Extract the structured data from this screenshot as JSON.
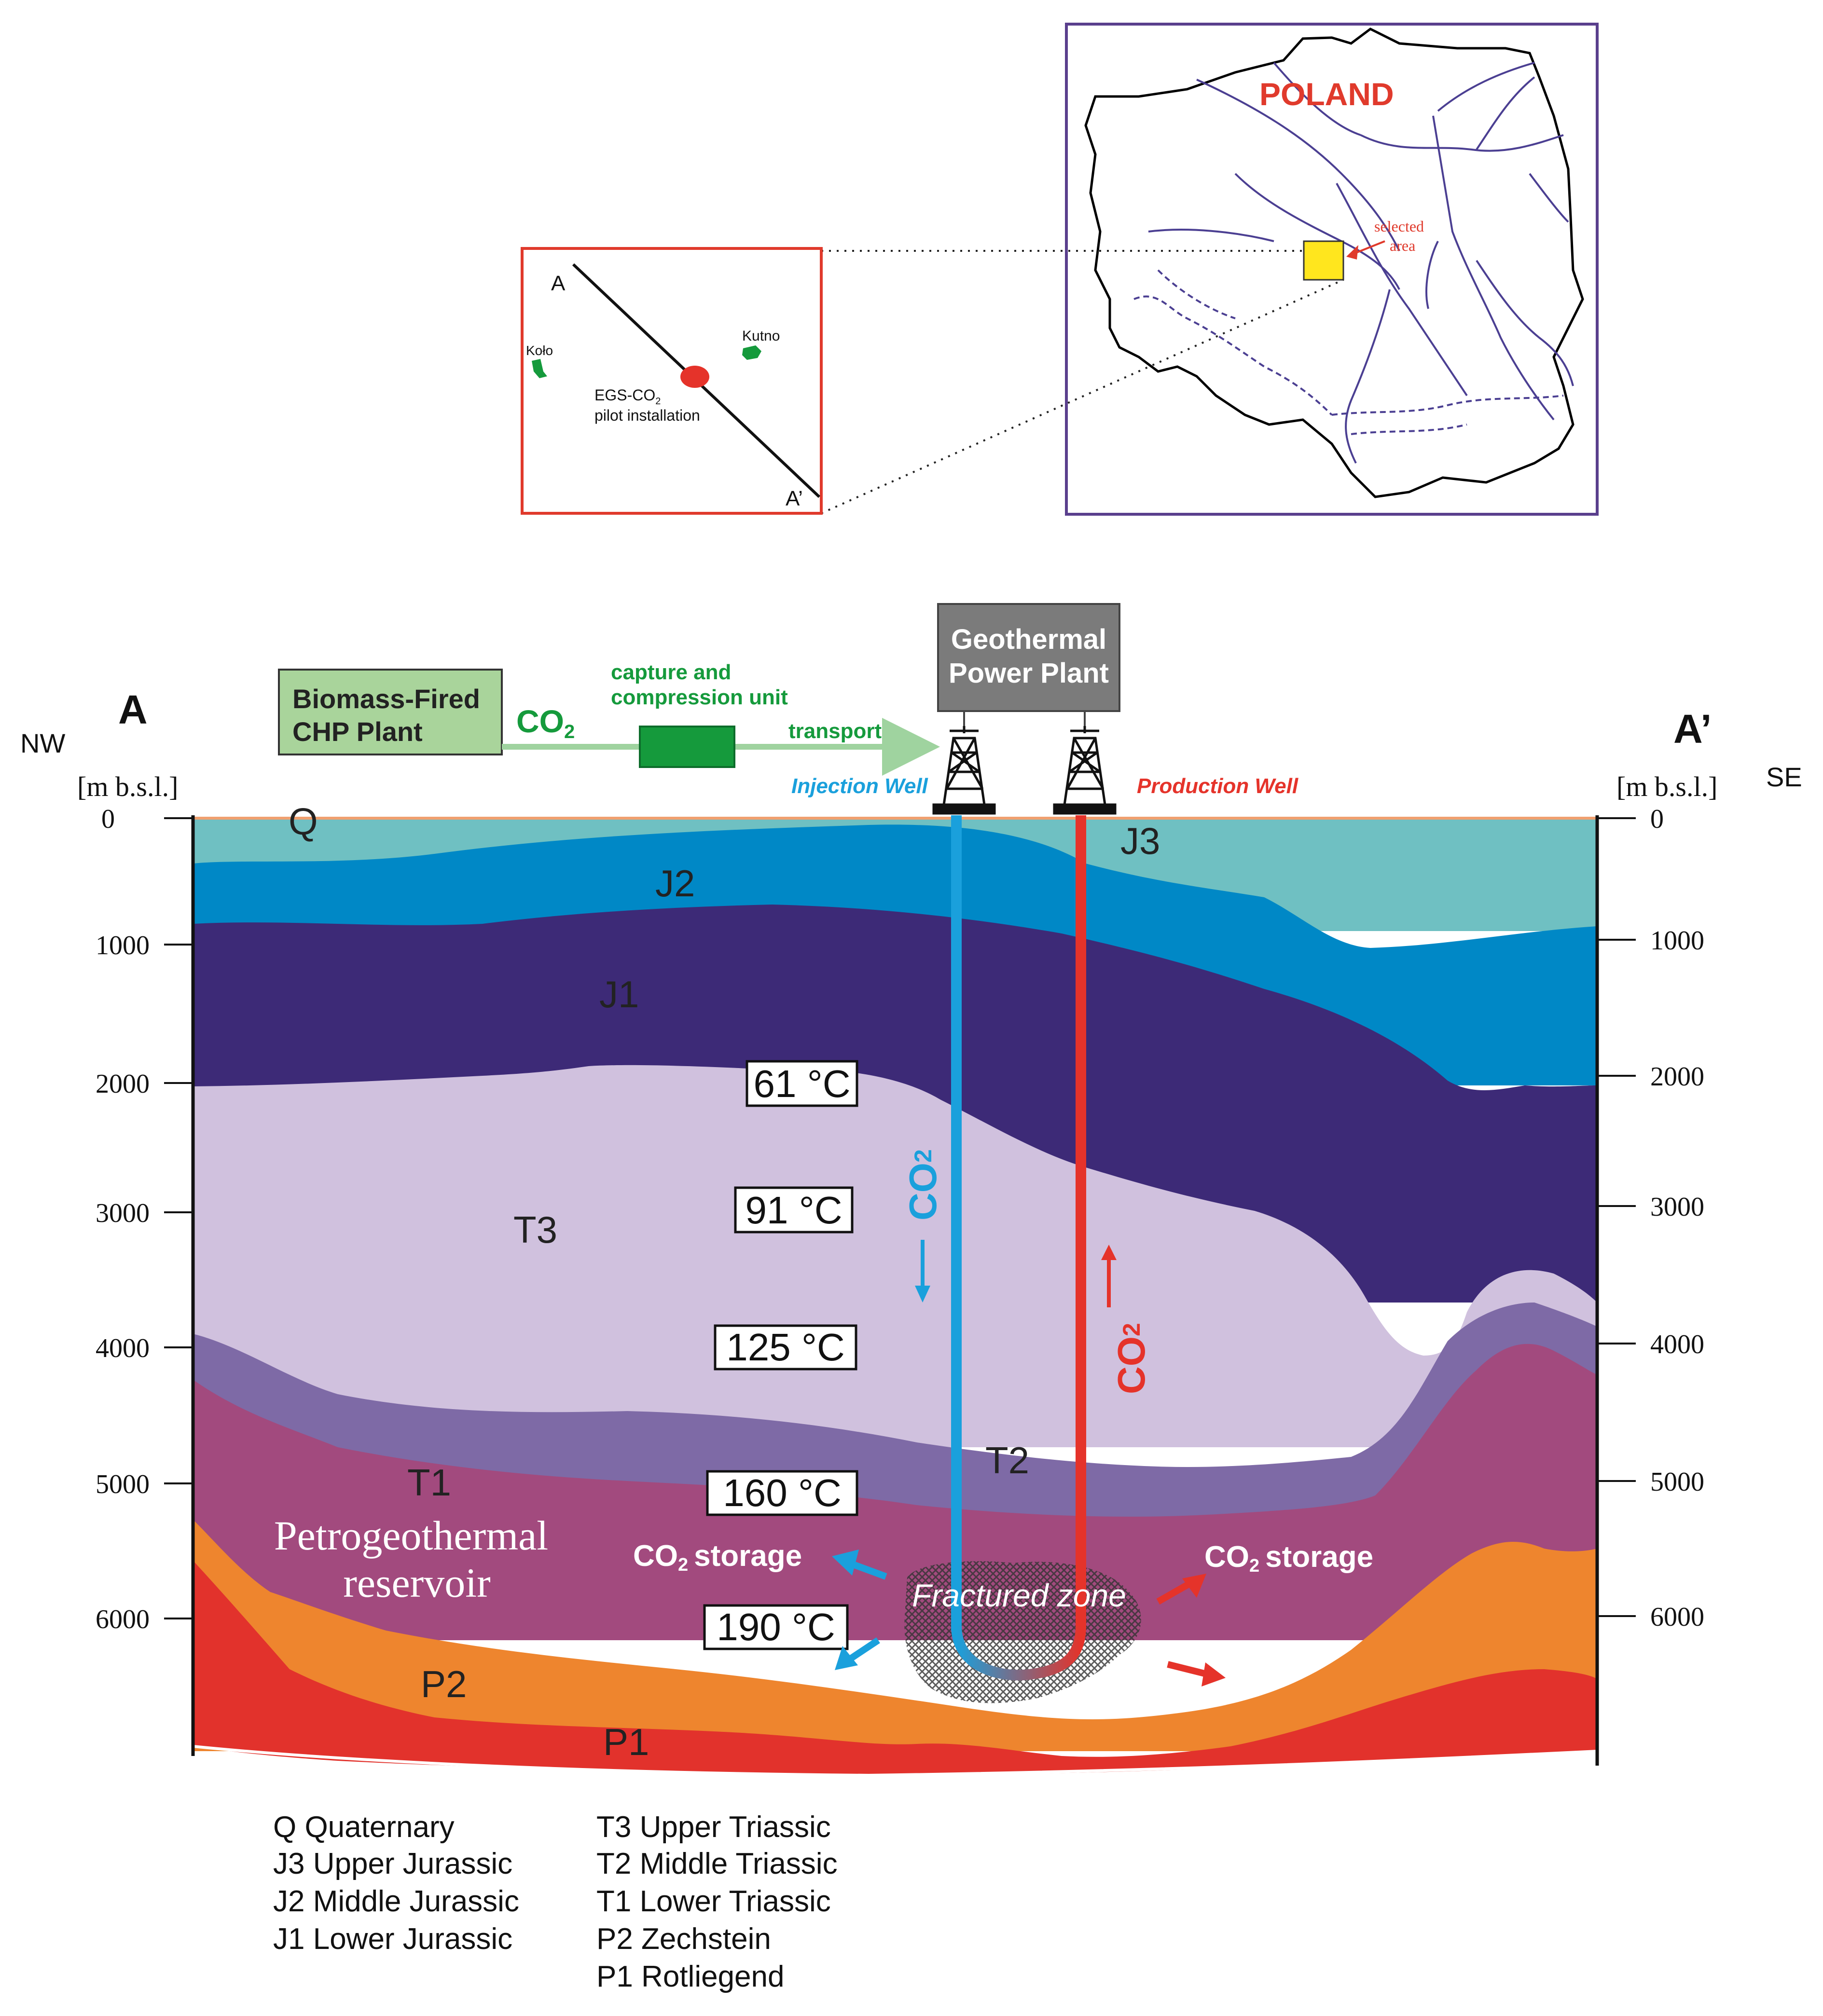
{
  "map": {
    "country_label": "POLAND",
    "selected_area_label_1": "selected",
    "selected_area_label_2": "area"
  },
  "inset": {
    "point_a": "A",
    "point_a_prime": "A’",
    "town_kolo": "Koło",
    "town_kutno": "Kutno",
    "pilot_label_1": "EGS-CO",
    "pilot_label_sub": "2",
    "pilot_label_2": "pilot installation"
  },
  "section": {
    "end_a": "A",
    "end_a_prime": "A’",
    "dir_nw": "NW",
    "dir_se": "SE",
    "unit_left": "[m b.s.l.]",
    "unit_right": "[m b.s.l.]",
    "depth_ticks": [
      "0",
      "1000",
      "2000",
      "3000",
      "4000",
      "5000",
      "6000"
    ],
    "biomass_plant_1": "Biomass-Fired",
    "biomass_plant_2": "CHP Plant",
    "co2": "CO",
    "co2_sub": "2",
    "capture_1": "capture and",
    "capture_2": "compression unit",
    "transport": "transport",
    "geothermal_1": "Geothermal",
    "geothermal_2": "Power Plant",
    "injection_well": "Injection Well",
    "production_well": "Production Well",
    "layers": [
      "Q",
      "J3",
      "J2",
      "J1",
      "T3",
      "T2",
      "T1",
      "P2",
      "P1"
    ],
    "temperatures": [
      "61 °C",
      "91 °C",
      "125 °C",
      "160 °C",
      "190 °C"
    ],
    "reservoir_1": "Petrogeothermal",
    "reservoir_2": "reservoir",
    "co2_storage_suffix": "storage",
    "fractured_zone": "Fractured zone"
  },
  "legend": {
    "left": [
      "Q Quaternary",
      "J3 Upper Jurassic",
      "J2 Middle Jurassic",
      "J1 Lower Jurassic"
    ],
    "right": [
      "T3 Upper Triassic",
      "T2 Middle Triassic",
      "T1 Lower Triassic",
      "P2 Zechstein",
      "P1 Rotliegend"
    ]
  },
  "colors": {
    "quaternary": "#6fc0c2",
    "j2": "#0088c6",
    "j1": "#3d2a77",
    "t3": "#d0c1de",
    "t2": "#7e6aa6",
    "t1": "#a24a7e",
    "p2": "#ee852e",
    "p1": "#e2322c",
    "injection": "#1aa0dc",
    "production": "#e5332a",
    "green": "#159a3c",
    "map_border": "#5a3f8d",
    "inset_border": "#e03a2c"
  }
}
